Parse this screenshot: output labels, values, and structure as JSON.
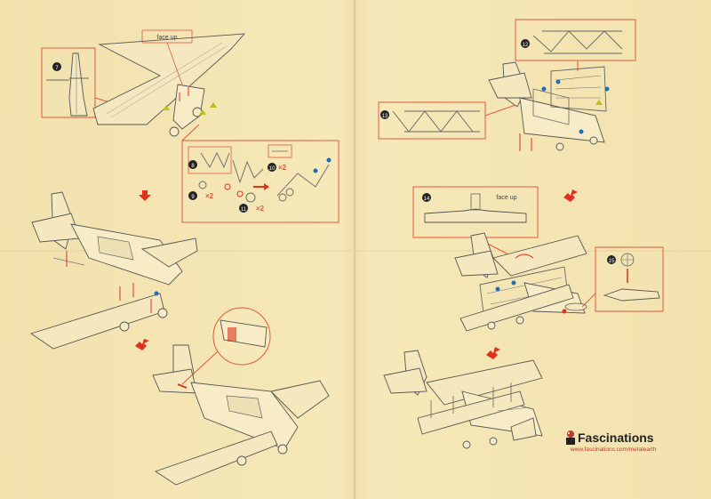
{
  "labels": {
    "face_up_1": "face up",
    "face_up_2": "face up"
  },
  "steps": {
    "s7": "7",
    "s8": "8",
    "s9": "9",
    "s10": "10",
    "s11": "11",
    "s12": "12",
    "s13": "13",
    "s14": "14",
    "s15": "15"
  },
  "quantities": {
    "q9": "×2",
    "q10": "×2",
    "q11": "×2"
  },
  "brand": {
    "name": "Fascinations",
    "url": "www.fascinations.com/metalearth"
  },
  "colors": {
    "accent": "#e05a3a",
    "arrow": "#e0301e",
    "paper": "#f3e4b0",
    "marker_green": "#b7c21a",
    "marker_blue": "#1f6fb5"
  }
}
